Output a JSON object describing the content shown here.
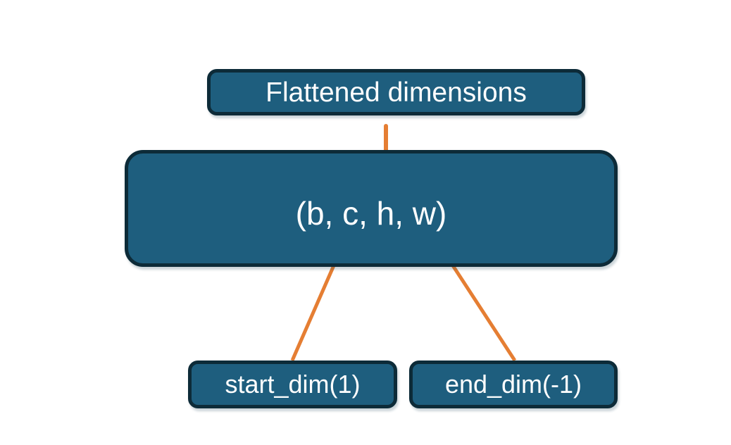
{
  "diagram": {
    "title_box": {
      "label": "Flattened dimensions"
    },
    "tensor_box": {
      "label": "(b, c, h, w)"
    },
    "start_box": {
      "label": "start_dim(1)"
    },
    "end_box": {
      "label": "end_dim(-1)"
    }
  },
  "colors": {
    "background": "#ffffff",
    "box_fill": "#1e5e7e",
    "box_border": "#0d2b38",
    "accent_orange": "#e57e33",
    "text": "#ffffff"
  }
}
